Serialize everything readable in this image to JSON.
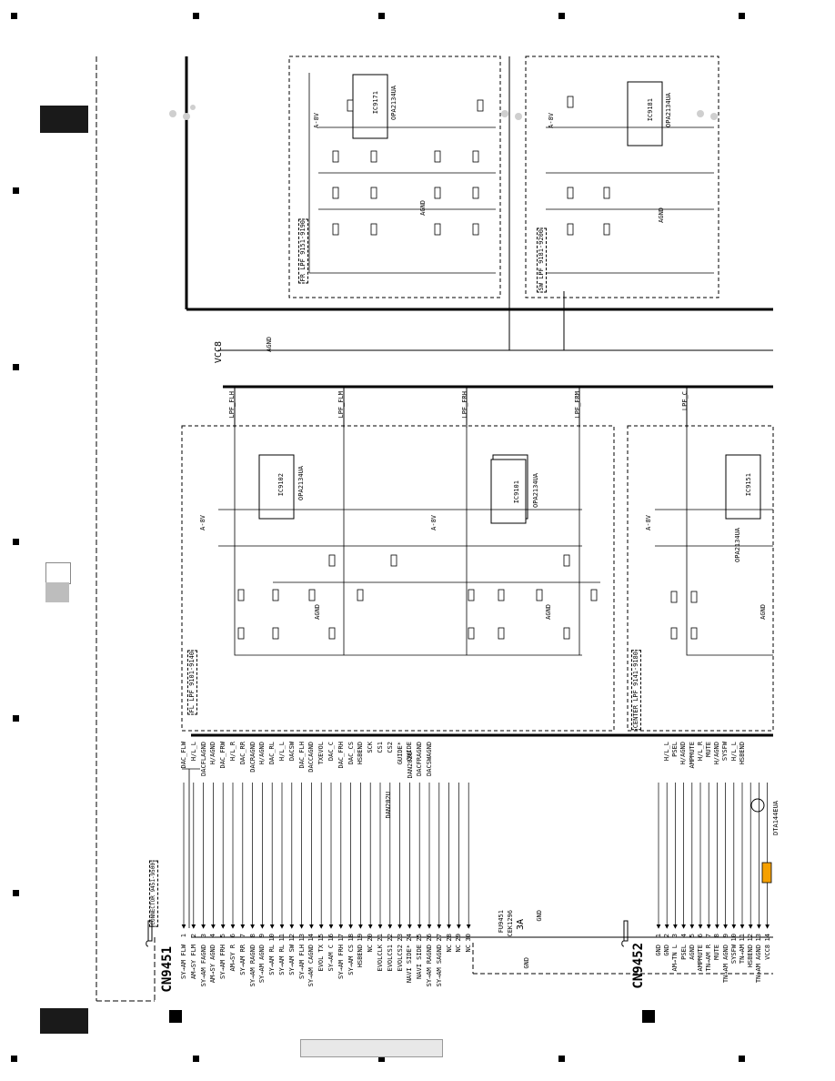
{
  "connectors": {
    "cn9451": {
      "title": "CN9451",
      "group_label": "CONNECTOR 9451-9500",
      "pins": [
        {
          "n": "1",
          "name": "SY→AM FLW"
        },
        {
          "n": "2",
          "name": "AM→SY FLM"
        },
        {
          "n": "3",
          "name": "SY→AM FAGND"
        },
        {
          "n": "4",
          "name": "AM→SY AGND"
        },
        {
          "n": "5",
          "name": "SY→AM FRH"
        },
        {
          "n": "6",
          "name": "AM→SY R"
        },
        {
          "n": "7",
          "name": "SY→AM RR"
        },
        {
          "n": "8",
          "name": "SY→AM RAGND"
        },
        {
          "n": "9",
          "name": "SY→AM AGND"
        },
        {
          "n": "10",
          "name": "SY→AM RL"
        },
        {
          "n": "11",
          "name": "SY→AM RL"
        },
        {
          "n": "12",
          "name": "SY→AM SW"
        },
        {
          "n": "13",
          "name": "SY→AM FLH"
        },
        {
          "n": "14",
          "name": "SY→AM CAGND"
        },
        {
          "n": "15",
          "name": "EVOL TX"
        },
        {
          "n": "16",
          "name": "SY→AM C"
        },
        {
          "n": "17",
          "name": "SY→AM FRH"
        },
        {
          "n": "18",
          "name": "SY→AM CS"
        },
        {
          "n": "19",
          "name": "HSBEND"
        },
        {
          "n": "20",
          "name": "NC"
        },
        {
          "n": "21",
          "name": "EVOLCLK"
        },
        {
          "n": "22",
          "name": "EVOLCS1"
        },
        {
          "n": "23",
          "name": "EVOLCS2"
        },
        {
          "n": "24",
          "name": "NAVI SIDE*"
        },
        {
          "n": "25",
          "name": "NAVI SIDE"
        },
        {
          "n": "26",
          "name": "SY→AM RAGND"
        },
        {
          "n": "27",
          "name": "SY→AM SAGND"
        },
        {
          "n": "28",
          "name": "NC"
        },
        {
          "n": "29",
          "name": "NC"
        },
        {
          "n": "30",
          "name": "NC"
        }
      ]
    },
    "cn9452": {
      "title": "CN9452",
      "pins": [
        {
          "n": "1",
          "name": "GND"
        },
        {
          "n": "2",
          "name": "GND"
        },
        {
          "n": "3",
          "name": "AM→TN L"
        },
        {
          "n": "4",
          "name": "PSEL"
        },
        {
          "n": "5",
          "name": "AGND"
        },
        {
          "n": "6",
          "name": "AMPMUTE"
        },
        {
          "n": "7",
          "name": "TN→AM R"
        },
        {
          "n": "8",
          "name": "MUTE"
        },
        {
          "n": "9",
          "name": "TN→AM AGND"
        },
        {
          "n": "10",
          "name": "SYSFW"
        },
        {
          "n": "11",
          "name": "TN→AM"
        },
        {
          "n": "12",
          "name": "HSBEND"
        },
        {
          "n": "13",
          "name": "TN→AM AGND"
        },
        {
          "n": "14",
          "name": "VCC8"
        }
      ]
    }
  },
  "blocks": {
    "fl_lpf": "FL LPF 9101-9140",
    "fr_lpf": "FR LPF 9151-9190",
    "sw_lpf": "SW LPF 9181-9200",
    "center_lpf": "CENTER LPF 9141-9180"
  },
  "ics": {
    "ic9101": {
      "ref": "IC9101",
      "part": "OPA2134UA"
    },
    "ic9102": {
      "ref": "IC9102",
      "part": "OPA2134UA"
    },
    "ic9151": {
      "ref": "IC9151",
      "part": "OPA2134UA"
    },
    "ic9171": {
      "ref": "IC9171",
      "part": "OPA2134UA"
    },
    "ic9181": {
      "ref": "IC9181",
      "part": "OPA2134UA"
    }
  },
  "nets": {
    "vcc8": "VCC8",
    "lpf_flh": "LPF_FLH",
    "lpf_flm": "LPF_FLM",
    "lpf_frh": "LPF_FRH",
    "lpf_frm": "LPF_FRM",
    "lpf_c": "LPF_C",
    "a8v": "A-8V",
    "agnd": "AGND",
    "gnd": "GND"
  },
  "parts": {
    "fuse": "FU9451",
    "fuse_part": "CEK1296",
    "fuse_rating": "3A",
    "diode1": "DAN202U",
    "diode2": "DAN202U",
    "transistor": "DTA144EUA"
  },
  "signals_mid": [
    "DAC_FLW",
    "H/L_L",
    "DACFLAGND",
    "H/AGND",
    "DAC_FRW",
    "H/L_R",
    "DAC_RR",
    "DACRAGND",
    "H/AGND",
    "DAC_RL",
    "H/L_L",
    "DACSW",
    "DAC_FLH",
    "DACCAGND",
    "TXEVOL",
    "DAC_C",
    "DAC_FRH",
    "DAC_CS",
    "HSBEND",
    "SCK",
    "CS1",
    "CS2",
    "GUIDE*",
    "GUIDE",
    "DACFRAGND",
    "DACSWAGND"
  ],
  "signals_bottom": [
    "H/L_L",
    "PSEL",
    "H/AGND",
    "AMPMUTE",
    "H/L_R",
    "MUTE",
    "H/AGND",
    "SYSFW",
    "H/L_L",
    "HSBEND"
  ],
  "colors": {
    "ink": "#000000",
    "accent": "#f5a000",
    "tab": "#1a1a1a",
    "shade": "#bdbdbd"
  }
}
